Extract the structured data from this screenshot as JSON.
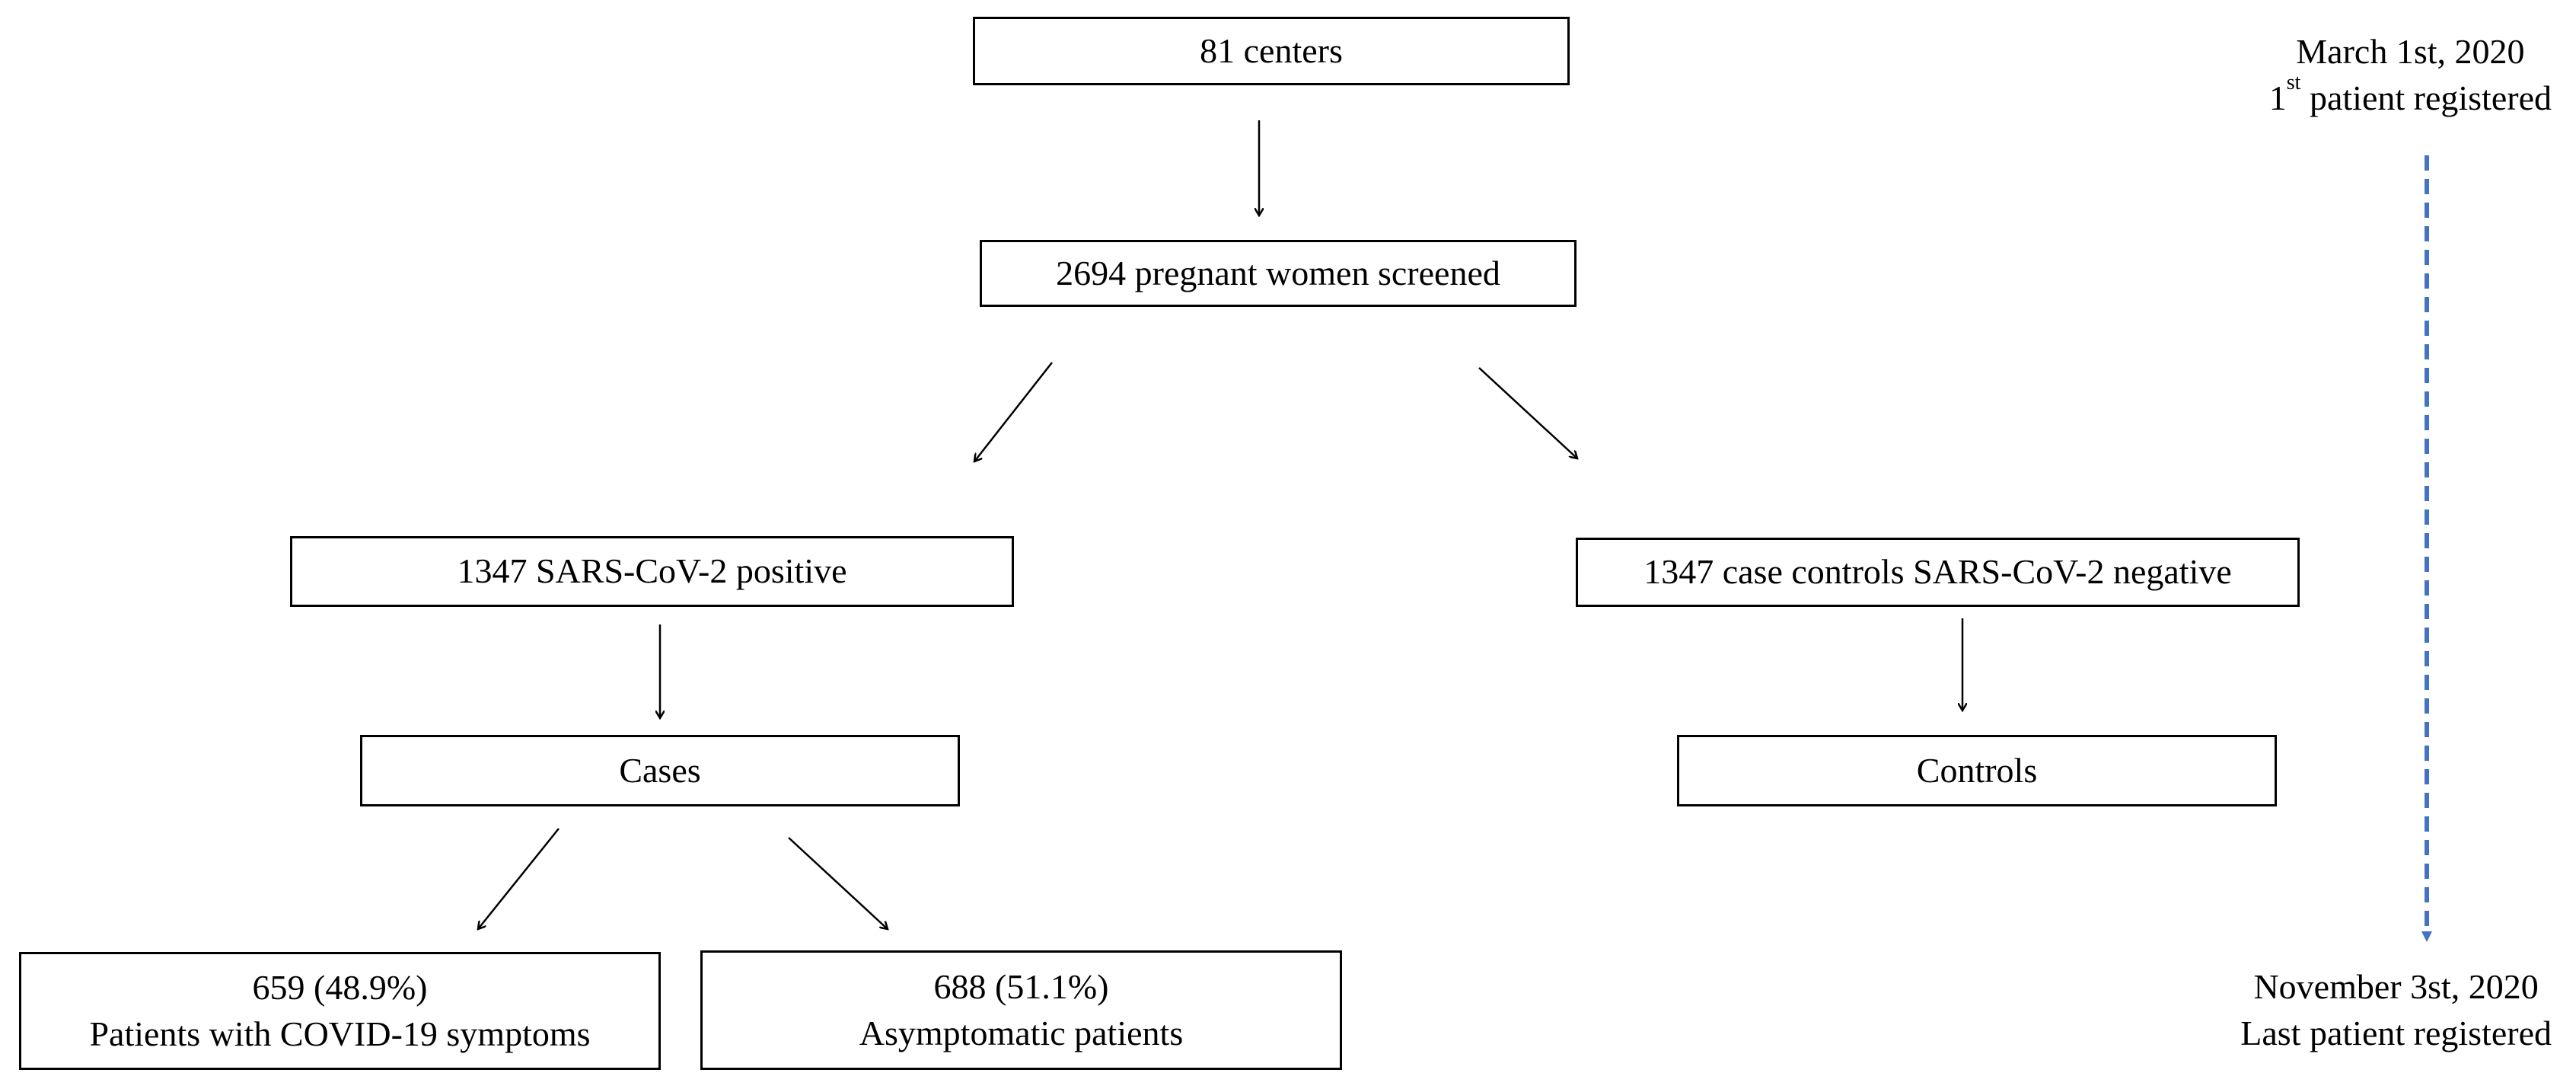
{
  "boxes": {
    "centers": "81 centers",
    "screened": "2694 pregnant women screened",
    "positive": "1347 SARS-CoV-2 positive",
    "negative": "1347 case controls SARS-CoV-2 negative",
    "cases": "Cases",
    "controls": "Controls",
    "symptomatic": {
      "count": "659 (48.9%)",
      "label": "Patients with COVID-19 symptoms"
    },
    "asymptomatic": {
      "count": "688 (51.1%)",
      "label": "Asymptomatic patients"
    }
  },
  "timeline": {
    "start_date": "March 1st, 2020",
    "start_ordinal": "1",
    "start_sup": "st",
    "start_label": " patient registered",
    "end_date": "November 3st, 2020",
    "end_label": "Last patient registered",
    "line_color": "#4472C4"
  }
}
